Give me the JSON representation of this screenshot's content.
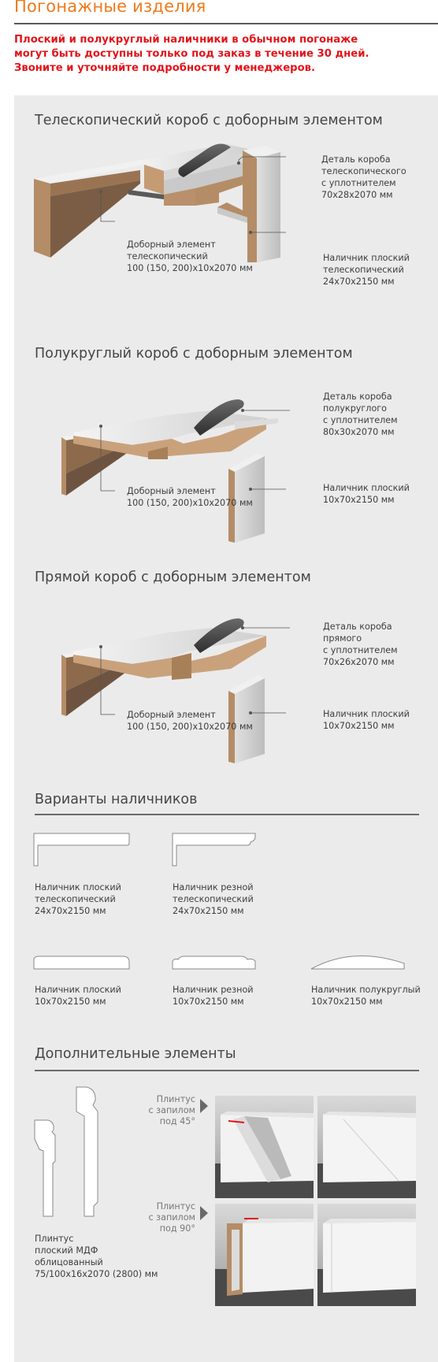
{
  "header": {
    "title": "Погонажные изделия",
    "notice_lines": [
      "Плоский и полукруглый наличники в обычном погонаже",
      "могут быть доступны только под заказ в течение 30 дней.",
      "Звоните и уточняйте подробности у менеджеров."
    ]
  },
  "sections": [
    {
      "title": "Телескопический короб с доборным элементом",
      "labels": [
        [
          "Деталь короба",
          "телескопического",
          "с уплотнителем",
          "70x28x2070 мм"
        ],
        [
          "Доборный элемент",
          "телескопический",
          "100 (150, 200)x10x2070 мм"
        ],
        [
          "Наличник плоский",
          "телескопический",
          "24x70x2150 мм"
        ]
      ]
    },
    {
      "title": "Полукруглый короб с доборным элементом",
      "labels": [
        [
          "Деталь короба",
          "полукруглого",
          "с уплотнителем",
          "80x30x2070 мм"
        ],
        [
          "Доборный элемент",
          "100 (150, 200)x10x2070 мм"
        ],
        [
          "Наличник плоский",
          "10x70x2150 мм"
        ]
      ]
    },
    {
      "title": "Прямой короб с доборным элементом",
      "labels": [
        [
          "Деталь короба",
          "прямого",
          "с уплотнителем",
          "70x26x2070 мм"
        ],
        [
          "Доборный элемент",
          "100 (150, 200)x10x2070 мм"
        ],
        [
          "Наличник плоский",
          "10x70x2150 мм"
        ]
      ]
    }
  ],
  "variants": {
    "title": "Варианты наличников",
    "items": [
      [
        "Наличник плоский",
        "телескопический",
        "24x70x2150 мм"
      ],
      [
        "Наличник резной",
        "телескопический",
        "24x70x2150 мм"
      ],
      [
        "Наличник плоский",
        "10x70x2150 мм"
      ],
      [
        "Наличник резной",
        "10x70x2150 мм"
      ],
      [
        "Наличник полукруглый",
        "10x70x2150 мм"
      ]
    ]
  },
  "extras": {
    "title": "Дополнительные элементы",
    "plinth_label": [
      "Плинтус",
      "плоский МДФ",
      "облицованный",
      "75/100x16x2070 (2800) мм"
    ],
    "cut45": [
      "Плинтус",
      "с запилом",
      "под 45°"
    ],
    "cut90": [
      "Плинтус",
      "с запилом",
      "под 90°"
    ]
  },
  "colors": {
    "title_orange": "#ee7a1a",
    "notice_red": "#e3141a",
    "panel_gray": "#ebebeb",
    "mdf_edge": "#b48d67",
    "seal": "#3f3f3f"
  }
}
